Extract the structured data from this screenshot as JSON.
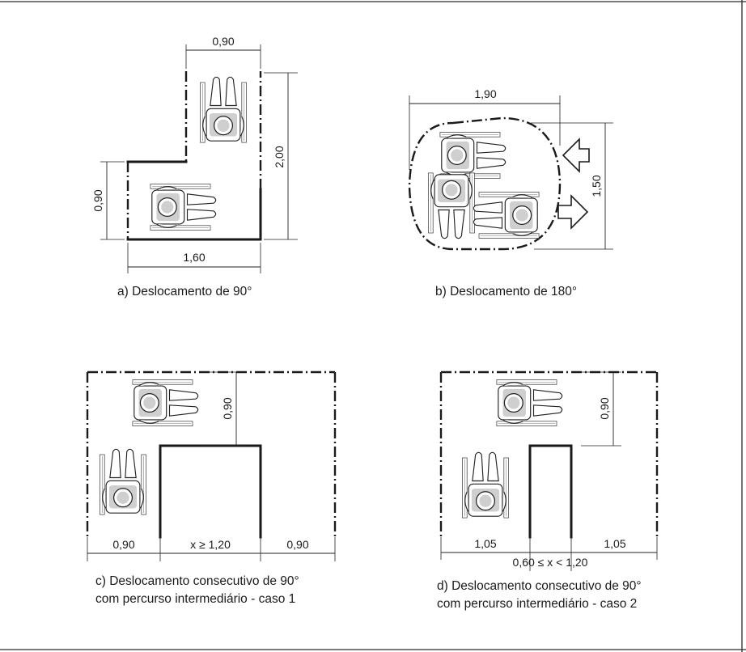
{
  "figures": {
    "a": {
      "caption": "a) Deslocamento de 90°",
      "dims": {
        "top": "0,90",
        "right": "2,00",
        "left": "0,90",
        "bottom": "1,60"
      }
    },
    "b": {
      "caption": "b) Deslocamento de 180°",
      "dims": {
        "top": "1,90",
        "right": "1,50"
      }
    },
    "c": {
      "caption_line1": "c) Deslocamento consecutivo de 90°",
      "caption_line2": "com percurso intermediário - caso 1",
      "dims": {
        "right": "0,90",
        "bottom_left": "0,90",
        "bottom_mid": "x ≥ 1,20",
        "bottom_right": "0,90"
      }
    },
    "d": {
      "caption_line1": "d) Deslocamento consecutivo de 90°",
      "caption_line2": "com percurso intermediário - caso 2",
      "dims": {
        "right": "0,90",
        "bottom_left": "1,05",
        "bottom_right": "1,05",
        "bottom_mid": "0,60 ≤ x < 1,20"
      }
    }
  },
  "icons": {
    "wheelchair": "wheelchair-user-icon",
    "arrow_in": "arrow-left-icon",
    "arrow_out": "arrow-right-icon"
  }
}
